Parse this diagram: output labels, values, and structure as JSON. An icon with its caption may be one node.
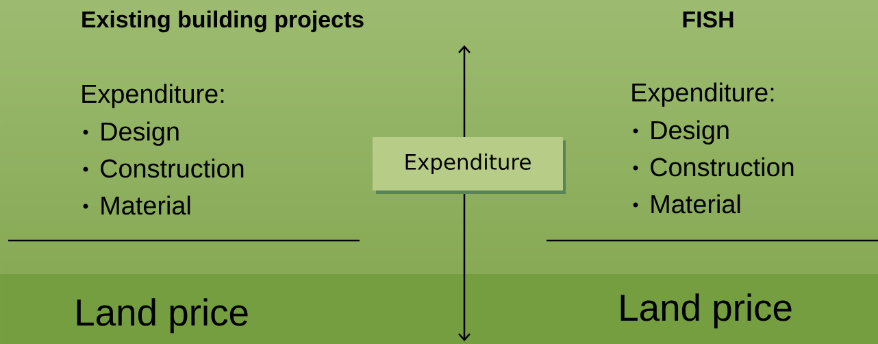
{
  "diagram": {
    "nodes": [
      {
        "text": [
          "Expenditure"
        ]
      }
    ],
    "labels": [
      "Existing building projects",
      "FISH",
      "Expenditure:",
      "Design",
      "Construction",
      "Material",
      "Expenditure:",
      "Design",
      "Construction",
      "Material",
      "Land price",
      "Land price"
    ]
  }
}
